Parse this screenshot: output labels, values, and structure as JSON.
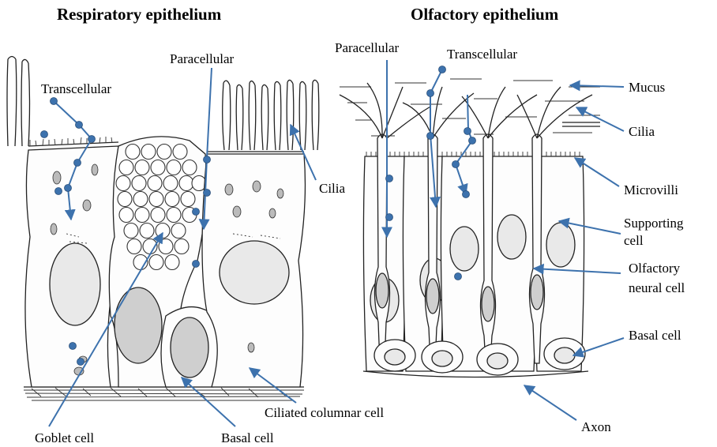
{
  "titles": {
    "respiratory": "Respiratory epithelium",
    "olfactory": "Olfactory epithelium"
  },
  "respiratory_labels": {
    "transcellular": "Transcellular",
    "paracellular": "Paracellular",
    "cilia": "Cilia",
    "ciliated_columnar_cell": "Ciliated columnar cell",
    "goblet_cell": "Goblet cell",
    "basal_cell": "Basal cell"
  },
  "olfactory_labels": {
    "paracellular": "Paracellular",
    "transcellular": "Transcellular",
    "mucus": "Mucus",
    "cilia": "Cilia",
    "microvilli": "Microvilli",
    "supporting_cell_line1": "Supporting",
    "supporting_cell_line2": "cell",
    "olfactory_neural_cell_line1": "Olfactory",
    "olfactory_neural_cell_line2": "neural cell",
    "basal_cell": "Basal cell",
    "axon": "Axon"
  },
  "colors": {
    "annotation_blue": "#3d72ad",
    "ink": "#222222"
  }
}
